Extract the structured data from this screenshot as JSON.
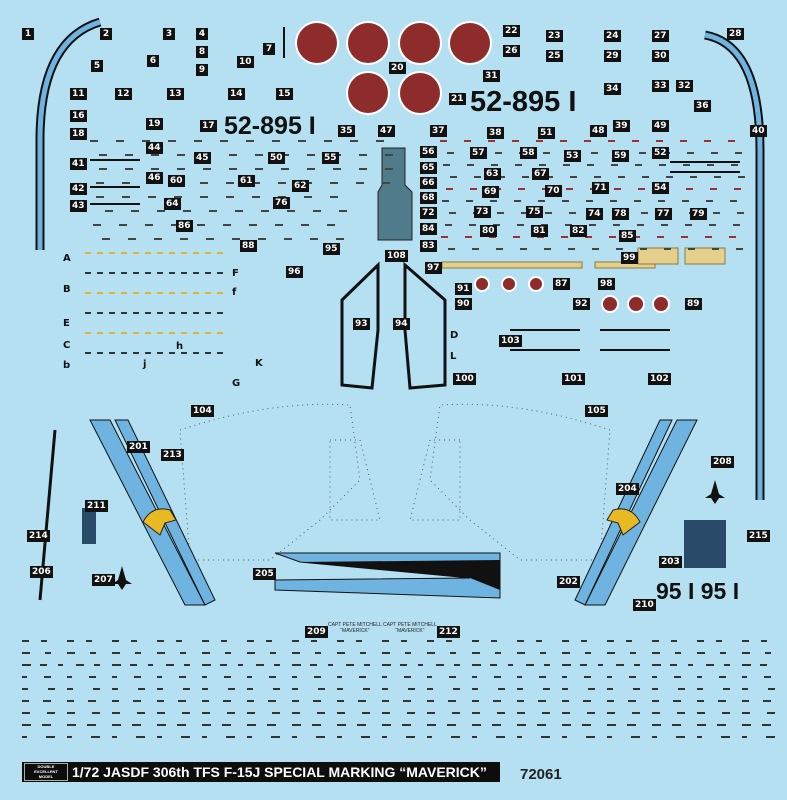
{
  "sheet": {
    "title": "1/72 JASDF 306th TFS F-15J SPECIAL MARKING “MAVERICK”",
    "product_code": "72061",
    "brand_logo": "DOUBLE EXCELLENT MODEL",
    "serial_large_left": "52-895 I",
    "serial_large_right": "52-895 I",
    "tail_numbers": "95 I 95 I",
    "pilot_name_1": "CAPT PETE MITCHELL",
    "pilot_callsign_1": "“MAVERICK”",
    "pilot_name_2": "CAPT PETE MITCHELL",
    "pilot_callsign_2": "“MAVERICK”"
  },
  "decal_numbers": [
    "1",
    "2",
    "3",
    "4",
    "5",
    "6",
    "7",
    "8",
    "9",
    "10",
    "11",
    "12",
    "13",
    "14",
    "15",
    "16",
    "17",
    "18",
    "19",
    "20",
    "21",
    "22",
    "23",
    "24",
    "25",
    "26",
    "27",
    "28",
    "29",
    "30",
    "31",
    "32",
    "33",
    "34",
    "35",
    "36",
    "37",
    "38",
    "39",
    "40",
    "41",
    "42",
    "43",
    "44",
    "45",
    "46",
    "47",
    "48",
    "49",
    "50",
    "51",
    "52",
    "53",
    "54",
    "55",
    "56",
    "57",
    "58",
    "59",
    "60",
    "61",
    "62",
    "63",
    "64",
    "65",
    "66",
    "67",
    "68",
    "69",
    "70",
    "71",
    "72",
    "73",
    "74",
    "75",
    "76",
    "77",
    "78",
    "79",
    "80",
    "81",
    "82",
    "83",
    "84",
    "85",
    "86",
    "87",
    "88",
    "89",
    "90",
    "91",
    "92",
    "93",
    "94",
    "95",
    "96",
    "97",
    "98",
    "99",
    "100",
    "101",
    "102",
    "103",
    "104",
    "105",
    "108",
    "201",
    "202",
    "203",
    "204",
    "205",
    "206",
    "207",
    "208",
    "209",
    "210",
    "211",
    "212",
    "213",
    "214",
    "215"
  ],
  "decal_letters": [
    "A",
    "B",
    "E",
    "C",
    "b",
    "F",
    "f",
    "h",
    "j",
    "K",
    "G",
    "D",
    "L"
  ],
  "colors": {
    "background": "#b5e0f2",
    "hinomaru": "#8e2b2b",
    "stripe_blue": "#6fb4e0",
    "black": "#111111",
    "eagle_yellow": "#e8b923"
  }
}
